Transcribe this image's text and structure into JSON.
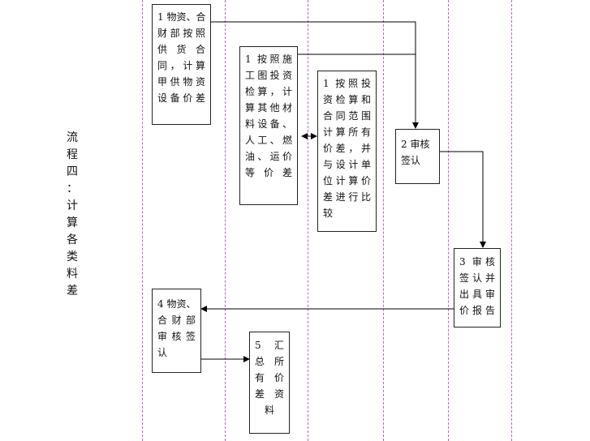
{
  "side_title": [
    "流",
    "程",
    "四",
    "：",
    "计",
    "算",
    "各",
    "类",
    "料",
    "差"
  ],
  "boxes": {
    "b1": [
      "1 物资、合",
      "财部按照",
      "供 货 合",
      "同，计算",
      "甲供物资",
      "设备价差"
    ],
    "b2": [
      "1 按照施",
      "工图投资",
      "检算，计",
      "算其他材",
      "料设备、",
      "人工、燃",
      "油、运价",
      "等价差"
    ],
    "b3": [
      "1 按照投",
      "资检算和",
      "合同范围",
      "计算所有",
      "价差，并",
      "与设计单",
      "位计算价",
      "差进行比",
      "较"
    ],
    "b4": [
      "2 审核",
      "签认"
    ],
    "b5": [
      "3 审核",
      "签认并",
      "出具审",
      "价报告"
    ],
    "b6": [
      "4 物资、",
      "合财部",
      "审核签",
      "认"
    ],
    "b7": [
      "5  汇",
      "总 所",
      "有 价",
      "差 资",
      "料"
    ]
  },
  "colors": {
    "lane": "#b46ab4",
    "line": "#000000"
  }
}
